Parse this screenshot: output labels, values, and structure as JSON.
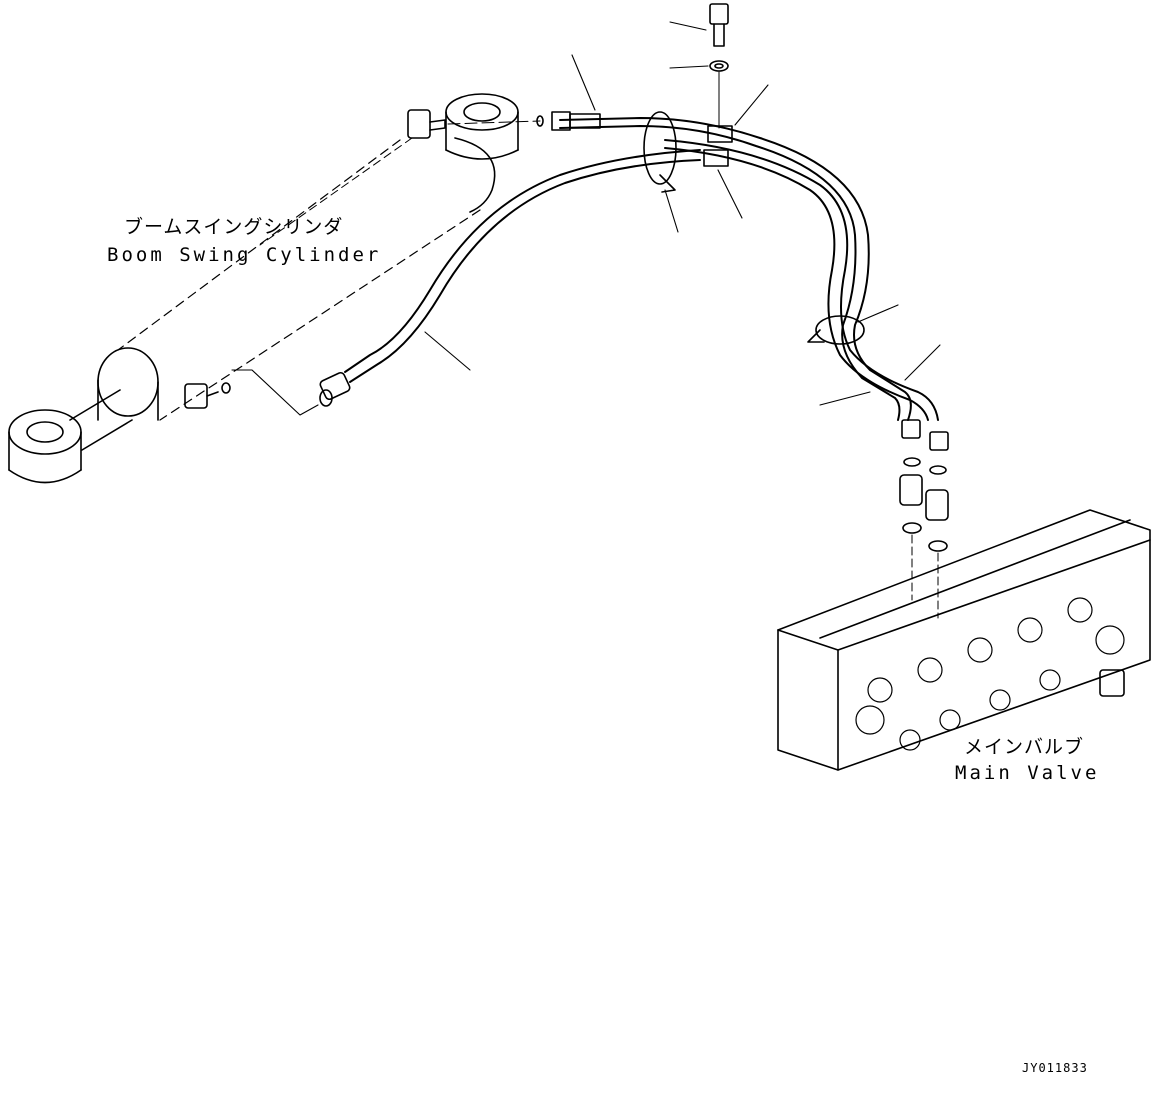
{
  "labels": {
    "cylinder_jp": "ブームスイングシリンダ",
    "cylinder_en": "Boom Swing Cylinder",
    "valve_jp": "メインバルブ",
    "valve_en": "Main Valve",
    "drawing_code": "JY011833"
  },
  "colors": {
    "line": "#000000",
    "background": "#ffffff"
  }
}
